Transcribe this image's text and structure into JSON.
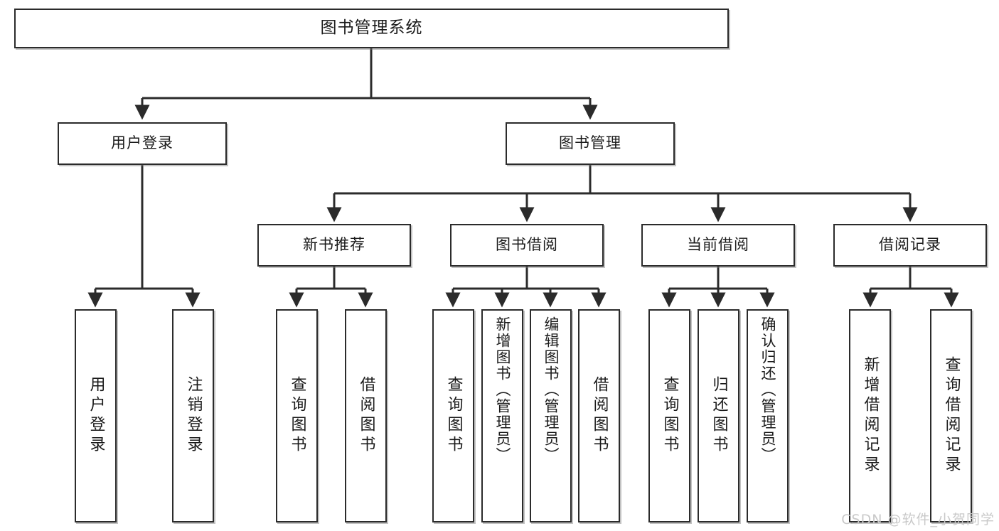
{
  "diagram": {
    "title": "图书管理系统",
    "watermark": "CSDN @软件_小贺同学",
    "colors": {
      "box_border": "#2b2b2b",
      "box_fill": "#ffffff",
      "connector": "#2b2b2b",
      "text": "#1a1a1a",
      "watermark": "#c9c9c9"
    },
    "root": {
      "label": "图书管理系统"
    },
    "level1": [
      {
        "label": "用户登录"
      },
      {
        "label": "图书管理"
      }
    ],
    "level2": [
      {
        "label": "新书推荐"
      },
      {
        "label": "图书借阅"
      },
      {
        "label": "当前借阅"
      },
      {
        "label": "借阅记录"
      }
    ],
    "leaves": {
      "user_login": [
        {
          "label": "用户登录"
        },
        {
          "label": "注销登录"
        }
      ],
      "new_book_rec": [
        {
          "label": "查询图书"
        },
        {
          "label": "借阅图书"
        }
      ],
      "book_borrow": [
        {
          "label": "查询图书"
        },
        {
          "label": "新增图书（管理员）"
        },
        {
          "label": "编辑图书（管理员）"
        },
        {
          "label": "借阅图书"
        }
      ],
      "current_loan": [
        {
          "label": "查询图书"
        },
        {
          "label": "归还图书"
        },
        {
          "label": "确认归还（管理员）"
        }
      ],
      "loan_record": [
        {
          "label": "新增借阅记录"
        },
        {
          "label": "查询借阅记录"
        }
      ]
    }
  },
  "chart_data": {
    "type": "diagram",
    "subtype": "tree-hierarchy",
    "title": "图书管理系统",
    "orientation": "top-down",
    "nodes": [
      {
        "id": "root",
        "label": "图书管理系统",
        "level": 0,
        "parent": null
      },
      {
        "id": "user-login",
        "label": "用户登录",
        "level": 1,
        "parent": "root"
      },
      {
        "id": "book-manage",
        "label": "图书管理",
        "level": 1,
        "parent": "root"
      },
      {
        "id": "new-book-rec",
        "label": "新书推荐",
        "level": 2,
        "parent": "book-manage"
      },
      {
        "id": "book-borrow",
        "label": "图书借阅",
        "level": 2,
        "parent": "book-manage"
      },
      {
        "id": "current-loan",
        "label": "当前借阅",
        "level": 2,
        "parent": "book-manage"
      },
      {
        "id": "loan-record",
        "label": "借阅记录",
        "level": 2,
        "parent": "book-manage"
      },
      {
        "id": "leaf-user-login",
        "label": "用户登录",
        "level": 3,
        "parent": "user-login"
      },
      {
        "id": "leaf-logout",
        "label": "注销登录",
        "level": 3,
        "parent": "user-login"
      },
      {
        "id": "leaf-rec-query",
        "label": "查询图书",
        "level": 3,
        "parent": "new-book-rec"
      },
      {
        "id": "leaf-rec-borrow",
        "label": "借阅图书",
        "level": 3,
        "parent": "new-book-rec"
      },
      {
        "id": "leaf-borrow-query",
        "label": "查询图书",
        "level": 3,
        "parent": "book-borrow"
      },
      {
        "id": "leaf-borrow-add",
        "label": "新增图书（管理员）",
        "level": 3,
        "parent": "book-borrow"
      },
      {
        "id": "leaf-borrow-edit",
        "label": "编辑图书（管理员）",
        "level": 3,
        "parent": "book-borrow"
      },
      {
        "id": "leaf-borrow-lend",
        "label": "借阅图书",
        "level": 3,
        "parent": "book-borrow"
      },
      {
        "id": "leaf-cur-query",
        "label": "查询图书",
        "level": 3,
        "parent": "current-loan"
      },
      {
        "id": "leaf-cur-return",
        "label": "归还图书",
        "level": 3,
        "parent": "current-loan"
      },
      {
        "id": "leaf-cur-confirm",
        "label": "确认归还（管理员）",
        "level": 3,
        "parent": "current-loan"
      },
      {
        "id": "leaf-rec-add",
        "label": "新增借阅记录",
        "level": 3,
        "parent": "loan-record"
      },
      {
        "id": "leaf-rec-query2",
        "label": "查询借阅记录",
        "level": 3,
        "parent": "loan-record"
      }
    ]
  }
}
